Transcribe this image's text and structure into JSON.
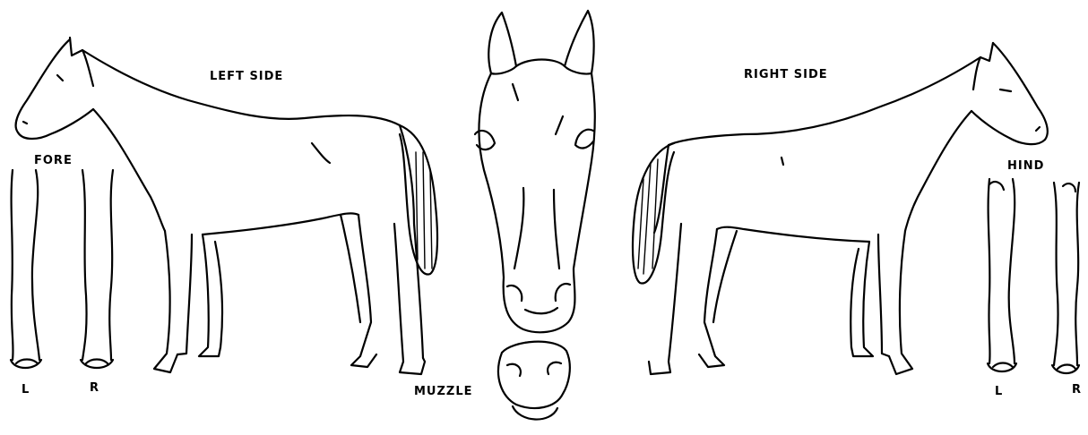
{
  "labels": {
    "left_side": "LEFT SIDE",
    "right_side": "RIGHT SIDE",
    "fore": "FORE",
    "hind": "HIND",
    "muzzle": "MUZZLE",
    "fore_left": "L",
    "fore_right": "R",
    "hind_left": "L",
    "hind_right": "R"
  }
}
